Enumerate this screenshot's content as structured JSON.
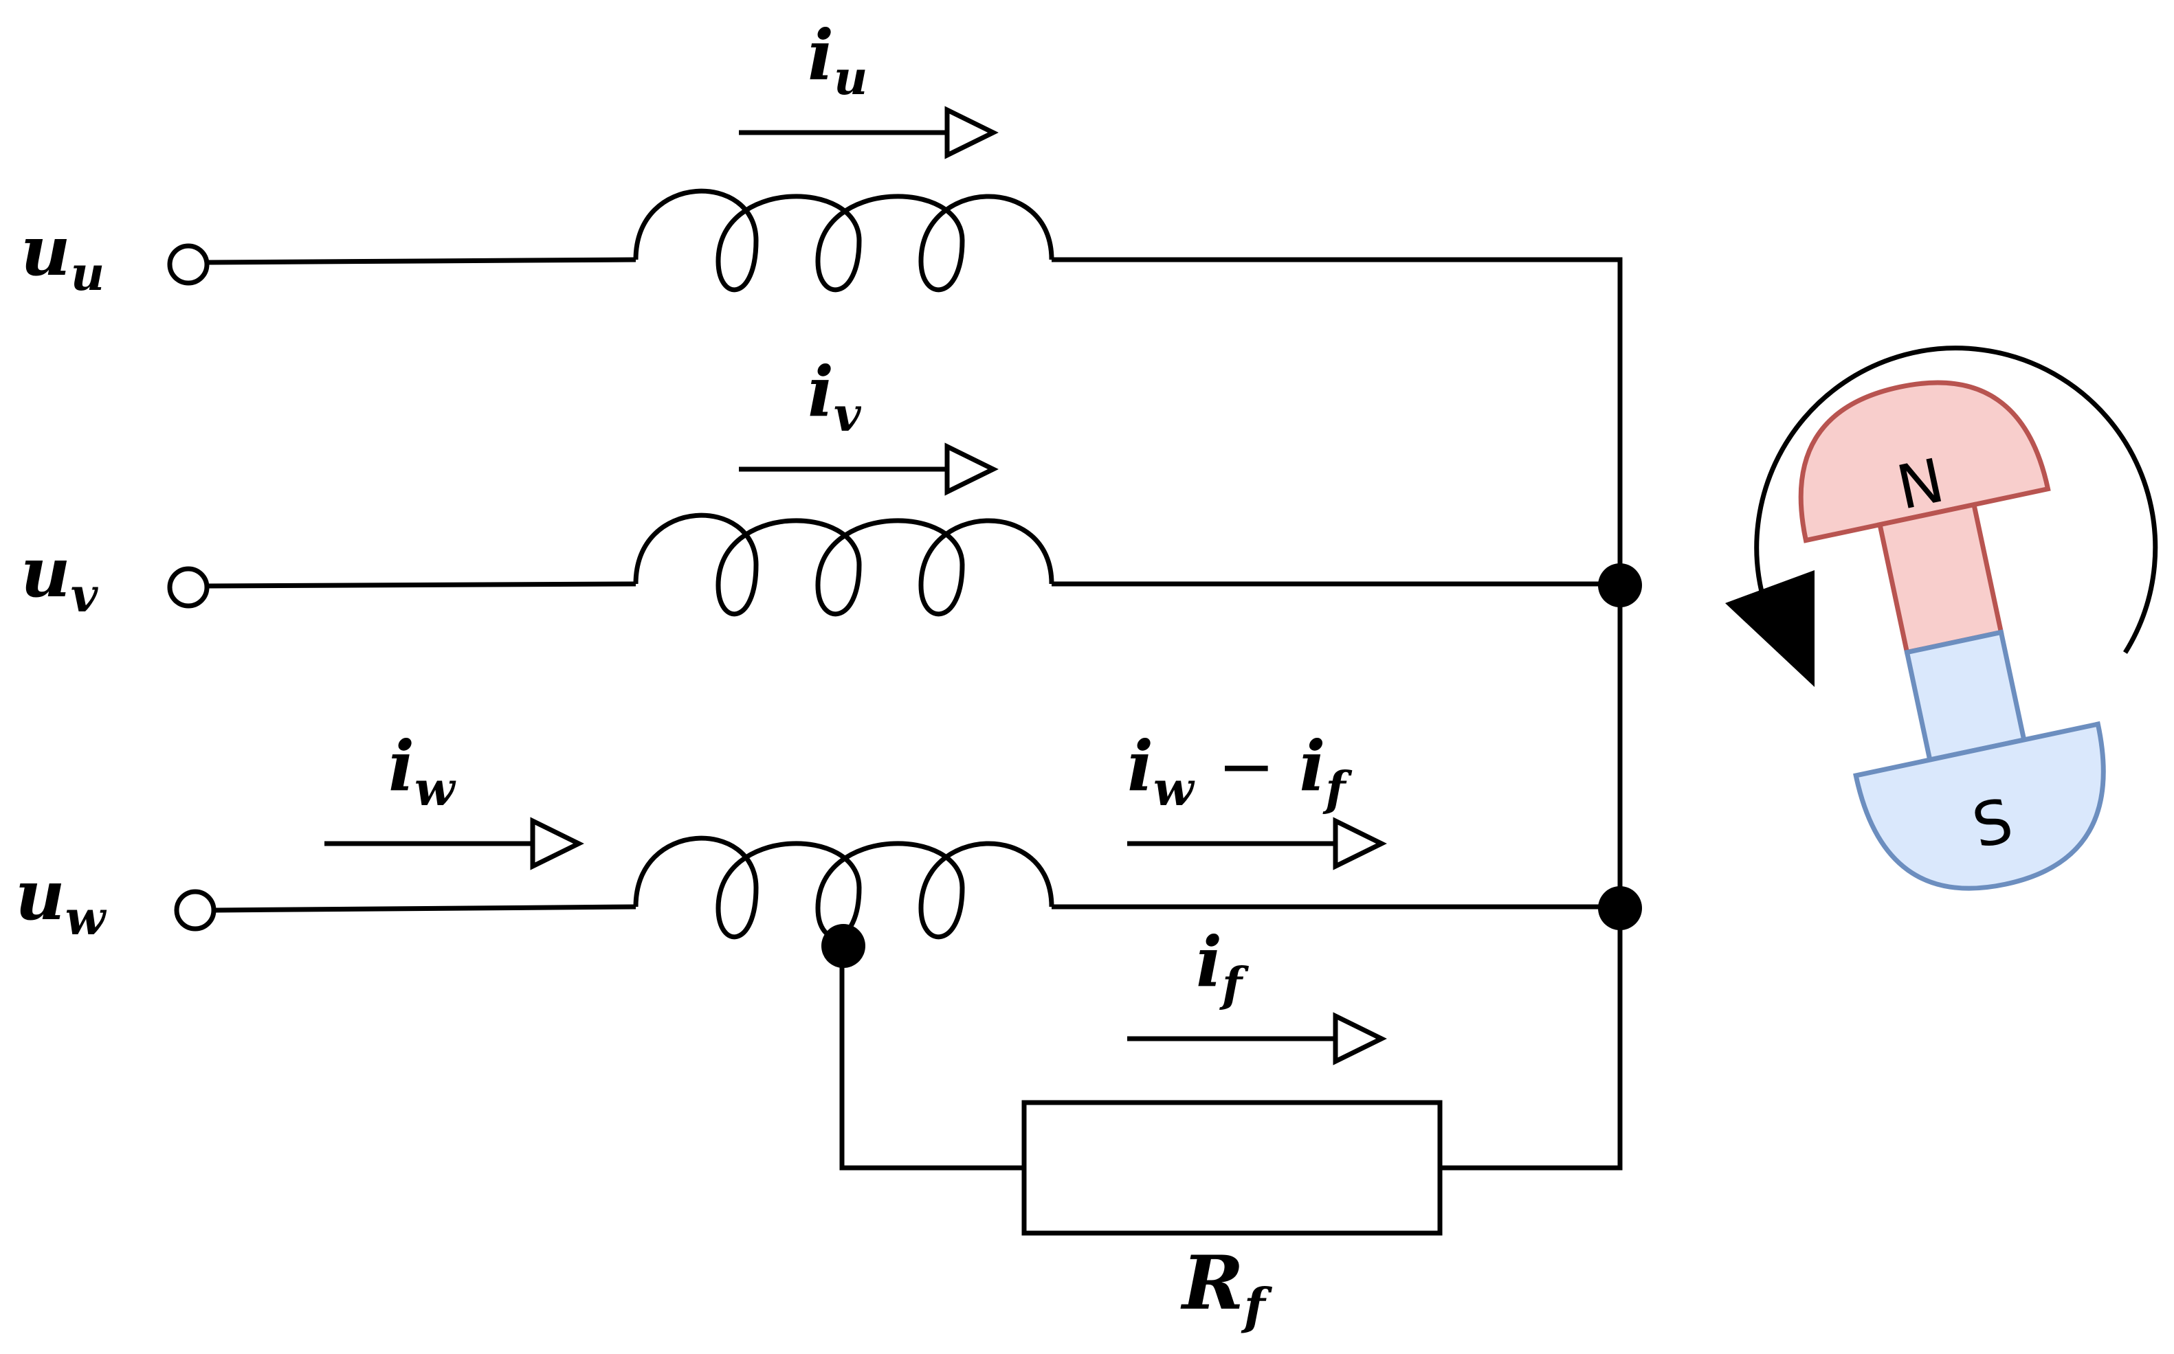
{
  "terminals": [
    {
      "base": "u",
      "sub": "u"
    },
    {
      "base": "u",
      "sub": "v"
    },
    {
      "base": "u",
      "sub": "w"
    }
  ],
  "currents": {
    "iu": {
      "base": "i",
      "sub": "u"
    },
    "iv": {
      "base": "i",
      "sub": "v"
    },
    "iw": {
      "base": "i",
      "sub": "w"
    },
    "iw_minus_if": {
      "base1": "i",
      "sub1": "w",
      "op": "−",
      "base2": "i",
      "sub2": "f"
    },
    "if": {
      "base": "i",
      "sub": "f"
    }
  },
  "resistor": {
    "base": "R",
    "sub": "f"
  },
  "magnet": {
    "north_label": "N",
    "south_label": "S",
    "north_fill": "#f8cecc",
    "north_stroke": "#b85450",
    "south_fill": "#dae8fc",
    "south_stroke": "#6c8ebf"
  }
}
